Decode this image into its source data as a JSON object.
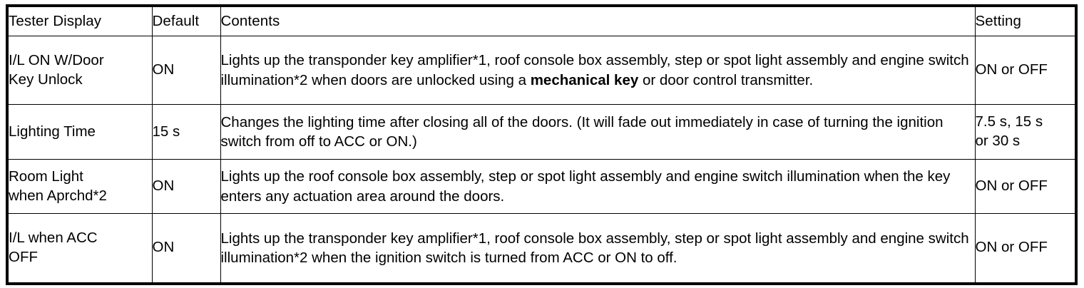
{
  "table": {
    "headers": {
      "tester_display": "Tester Display",
      "default": "Default",
      "contents": "Contents",
      "setting": "Setting"
    },
    "rows": [
      {
        "tester_display": "I/L ON W/Door\nKey Unlock",
        "default": "ON",
        "contents_before_bold": "Lights up the transponder key amplifier*1, roof console box assembly, step or spot light assembly and engine switch illumination*2 when doors are unlocked using a ",
        "contents_bold": "mechanical key",
        "contents_after_bold": " or door control transmitter.",
        "setting": "ON or OFF"
      },
      {
        "tester_display": "Lighting Time",
        "default": "15 s",
        "contents_before_bold": "Changes the lighting time after closing all of the doors. (It will fade out immediately in case of turning the ignition switch from off to ACC or ON.)",
        "contents_bold": "",
        "contents_after_bold": "",
        "setting": "7.5 s, 15 s\nor 30 s"
      },
      {
        "tester_display": "Room Light\nwhen Aprchd*2",
        "default": "ON",
        "contents_before_bold": "Lights up the roof console box assembly, step or spot light assembly and engine switch illumination when the key enters any actuation area around the doors.",
        "contents_bold": "",
        "contents_after_bold": "",
        "setting": "ON or OFF"
      },
      {
        "tester_display": "I/L when ACC\nOFF",
        "default": "ON",
        "contents_before_bold": "Lights up the transponder key amplifier*1, roof console box assembly, step or spot light assembly and engine switch illumination*2 when the ignition switch is turned from ACC or ON to off.",
        "contents_bold": "",
        "contents_after_bold": "",
        "setting": "ON or OFF"
      }
    ]
  },
  "colors": {
    "border": "#000000",
    "text": "#000000",
    "background": "#ffffff"
  }
}
